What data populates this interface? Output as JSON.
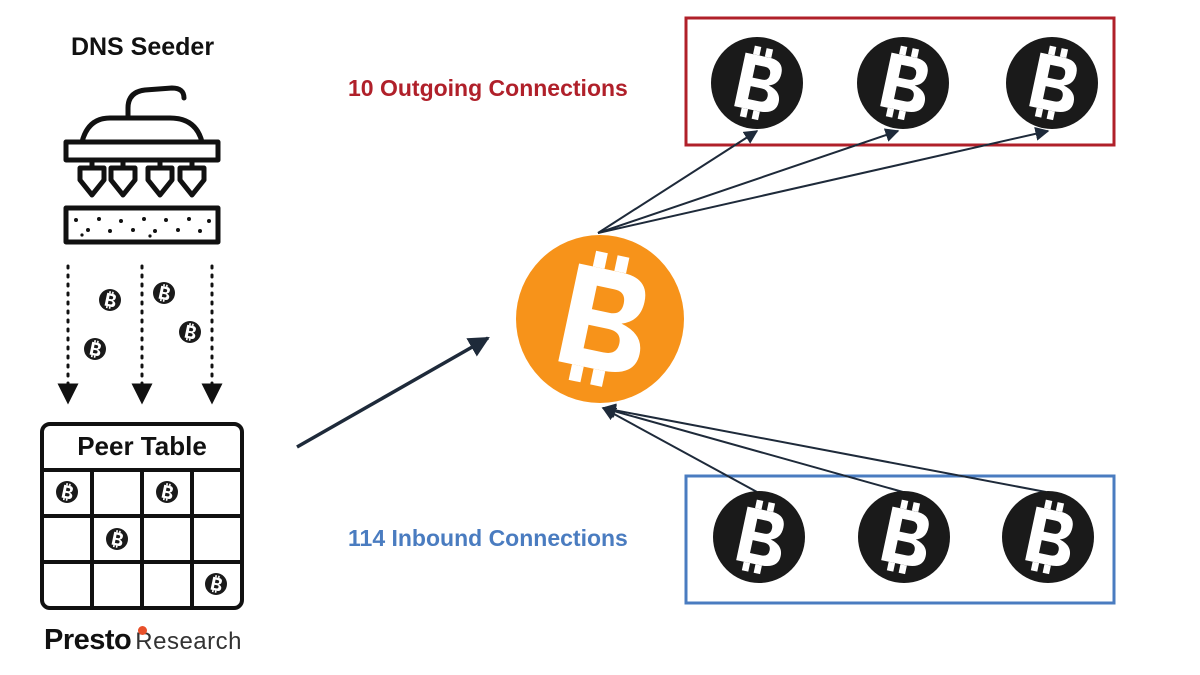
{
  "dns_seeder": {
    "title": "DNS Seeder"
  },
  "peer_table": {
    "title": "Peer Table"
  },
  "outgoing": {
    "label": "10 Outgoing Connections",
    "color": "#b0202a"
  },
  "inbound": {
    "label": "114 Inbound Connections",
    "color": "#4a7cc0"
  },
  "central_node": {
    "icon": "bitcoin-icon",
    "color": "#f7931a"
  },
  "peer_icon": {
    "icon": "bitcoin-icon",
    "color": "#1a1a1a"
  },
  "logo": {
    "bold": "Presto",
    "light": "Research",
    "dot_color": "#e8502a"
  }
}
